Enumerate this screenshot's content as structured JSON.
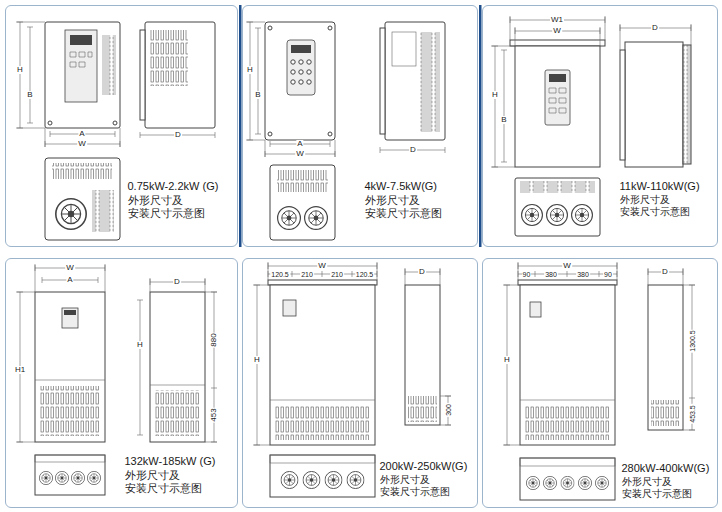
{
  "diagram": {
    "nodes": [
      {
        "text": [
          "0.75kW-2.2kW (G)",
          "外形尺寸及 安装尺寸示意图"
        ]
      },
      {
        "text": [
          "4kW-7.5kW(G)",
          "外形尺寸及 安装尺寸示意图"
        ]
      },
      {
        "text": [
          "11kW-110kW(G)",
          "外形尺寸及 安装尺寸示意图"
        ]
      },
      {
        "text": [
          "132kW-185kW (G)",
          "外形尺寸及 安装尺寸示意图"
        ]
      },
      {
        "text": [
          "200kW-250kW(G)",
          "外形尺寸及 安装尺寸示意图"
        ]
      },
      {
        "text": [
          "280kW-400kW(G)",
          "外形尺寸及 安装尺寸示意图"
        ]
      }
    ],
    "labels": [
      "H",
      "B",
      "A",
      "W",
      "D",
      "H",
      "B",
      "A",
      "W",
      "D",
      "W1",
      "W",
      "H",
      "B",
      "D",
      "W",
      "A",
      "D",
      "H1",
      "H",
      "880",
      "453",
      "W",
      "120.5",
      "210",
      "210",
      "120.5",
      "D",
      "H",
      "300",
      "W",
      "90",
      "380",
      "380",
      "90",
      "D",
      "H",
      "1300.5",
      "453.5"
    ]
  }
}
